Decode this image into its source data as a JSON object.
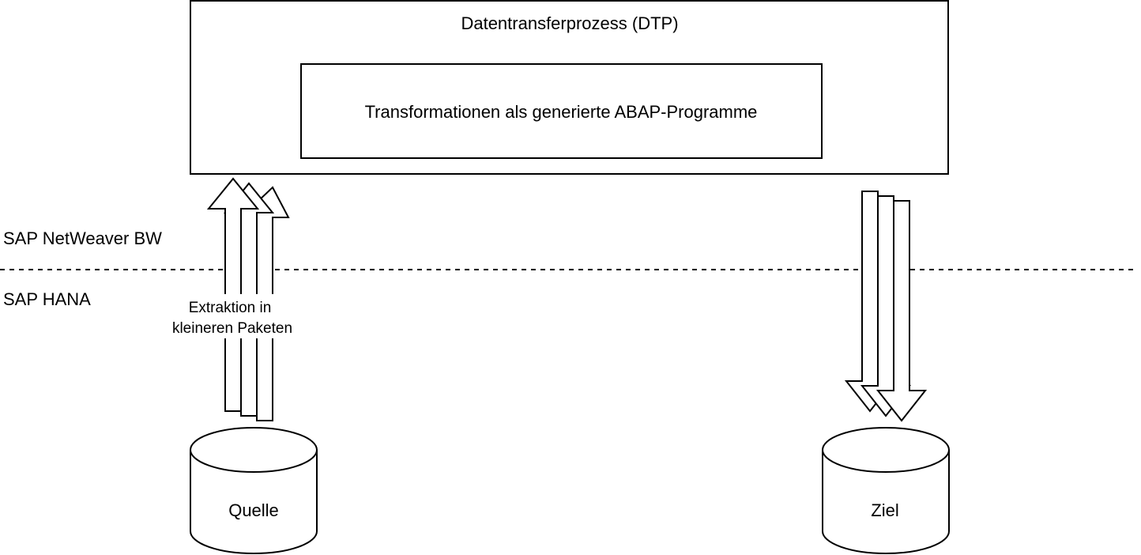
{
  "dtp": {
    "title": "Datentransferprozess (DTP)",
    "transformations_label": "Transformationen als generierte ABAP-Programme"
  },
  "layers": {
    "upper": "SAP NetWeaver BW",
    "lower": "SAP HANA"
  },
  "extraction": {
    "line1": "Extraktion in",
    "line2": "kleineren Paketen"
  },
  "source": {
    "label": "Quelle"
  },
  "target": {
    "label": "Ziel"
  },
  "colors": {
    "stroke": "#000000",
    "fill": "#ffffff"
  }
}
